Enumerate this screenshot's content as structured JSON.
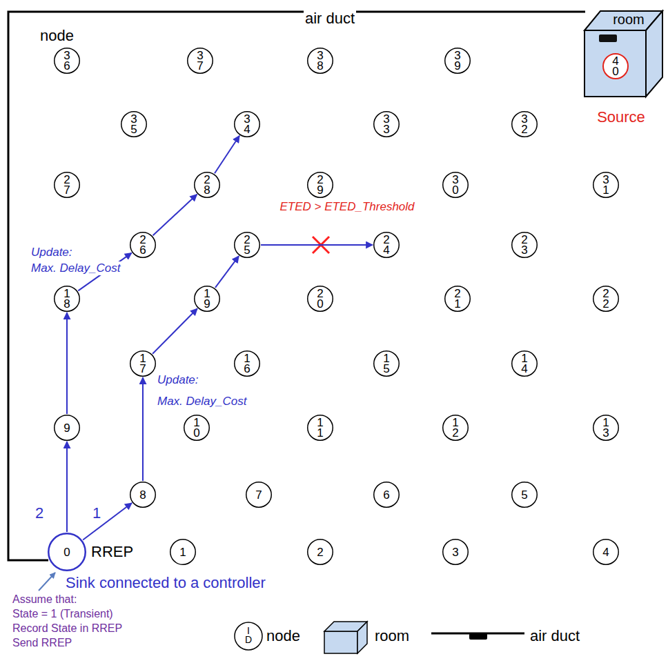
{
  "diagram": {
    "nodes": [
      {
        "text": [
          "room"
        ]
      },
      {
        "text": [
          "3 6"
        ]
      },
      {
        "text": [
          "3 7"
        ]
      },
      {
        "text": [
          "3 8"
        ]
      },
      {
        "text": [
          "3 9"
        ]
      },
      {
        "text": [
          "4 0"
        ],
        "in": 0
      },
      {
        "text": [
          "3 5"
        ]
      },
      {
        "text": [
          "3 4"
        ]
      },
      {
        "text": [
          "3 3"
        ]
      },
      {
        "text": [
          "3 2"
        ]
      },
      {
        "text": [
          "2 7"
        ]
      },
      {
        "text": [
          "2 8"
        ]
      },
      {
        "text": [
          "2 9"
        ]
      },
      {
        "text": [
          "3 0"
        ]
      },
      {
        "text": [
          "3 1"
        ]
      },
      {
        "text": [
          "2 6"
        ]
      },
      {
        "text": [
          "2 5"
        ]
      },
      {
        "text": [
          "2 4"
        ]
      },
      {
        "text": [
          "2 3"
        ]
      },
      {
        "text": [
          "1 8"
        ]
      },
      {
        "text": [
          "1 9"
        ]
      },
      {
        "text": [
          "2 0"
        ]
      },
      {
        "text": [
          "2 1"
        ]
      },
      {
        "text": [
          "2 2"
        ]
      },
      {
        "text": [
          "1 7"
        ]
      },
      {
        "text": [
          "1 6"
        ]
      },
      {
        "text": [
          "1 5"
        ]
      },
      {
        "text": [
          "1 4"
        ]
      },
      {
        "text": [
          "9"
        ]
      },
      {
        "text": [
          "1 0"
        ]
      },
      {
        "text": [
          "1 1"
        ]
      },
      {
        "text": [
          "1 2"
        ]
      },
      {
        "text": [
          "1 3"
        ]
      },
      {
        "text": [
          "8"
        ]
      },
      {
        "text": [
          "7"
        ]
      },
      {
        "text": [
          "6"
        ]
      },
      {
        "text": [
          "5"
        ]
      },
      {
        "text": [
          "0"
        ]
      },
      {
        "text": [
          "1"
        ]
      },
      {
        "text": [
          "2"
        ]
      },
      {
        "text": [
          "3"
        ]
      },
      {
        "text": [
          "4"
        ]
      }
    ],
    "edges": [
      {
        "from": 37,
        "to": 33,
        "arrow": "to",
        "label": "1"
      },
      {
        "from": 33,
        "to": 24,
        "arrow": "to"
      },
      {
        "from": 24,
        "to": 20,
        "arrow": "to"
      },
      {
        "from": 20,
        "to": 16,
        "arrow": "to"
      },
      {
        "from": 16,
        "to": 17,
        "arrow": "to"
      },
      {
        "from": 37,
        "to": 28,
        "arrow": "to",
        "label": "2"
      },
      {
        "from": 28,
        "to": 19,
        "arrow": "to"
      },
      {
        "from": 19,
        "to": 15,
        "arrow": "to"
      },
      {
        "from": 15,
        "to": 11,
        "arrow": "to"
      },
      {
        "from": 11,
        "to": 7,
        "arrow": "to"
      }
    ],
    "labels": [
      "air duct",
      "node",
      "Source",
      "ETED > ETED_Threshold",
      "Update:",
      "Max. Delay_Cost",
      "Update:",
      "Max. Delay_Cost",
      "RREP",
      "Sink connected to a controller",
      "Assume that:",
      "State = 1 (Transient)",
      "Record State in RREP",
      "Send RREP",
      "I D"
    ],
    "legend": [
      {
        "text": "node"
      },
      {
        "text": "room"
      },
      {
        "text": "air duct"
      }
    ]
  }
}
